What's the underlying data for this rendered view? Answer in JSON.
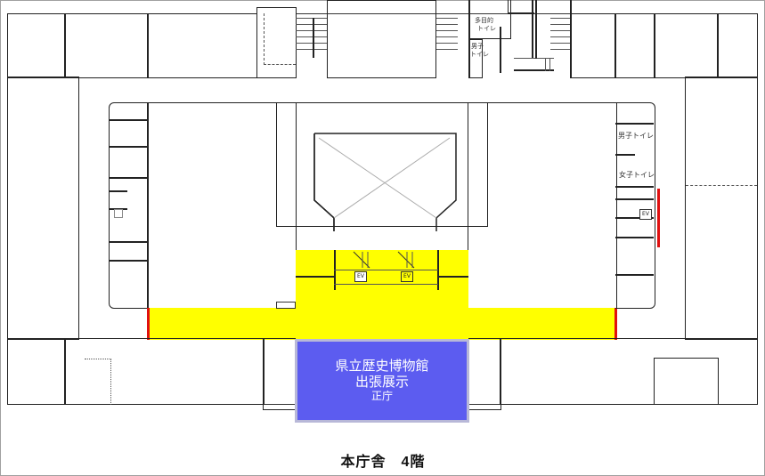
{
  "map": {
    "title": "本庁舎　4階",
    "exhibit": {
      "line1": "県立歴史博物館",
      "line2": "出張展示",
      "line3": "正庁",
      "fill_color": "#5c5cf0",
      "border_color": "#b8b8d8"
    },
    "route_color": "#ffff00",
    "barrier_color": "#e01010",
    "labels": {
      "multipurpose_toilet": "多目的\nトイレ",
      "multipurpose_toilet_l1": "多目的",
      "multipurpose_toilet_l2": "トイレ",
      "mens_toilet_top_l1": "男子",
      "mens_toilet_top_l2": "トイレ",
      "mens_toilet_right": "男子トイレ",
      "womens_toilet_right": "女子トイレ"
    },
    "elevators": [
      {
        "label": "EV",
        "position": "center-left"
      },
      {
        "label": "EV",
        "position": "center-right"
      },
      {
        "label": "EV",
        "position": "right-core"
      }
    ]
  }
}
